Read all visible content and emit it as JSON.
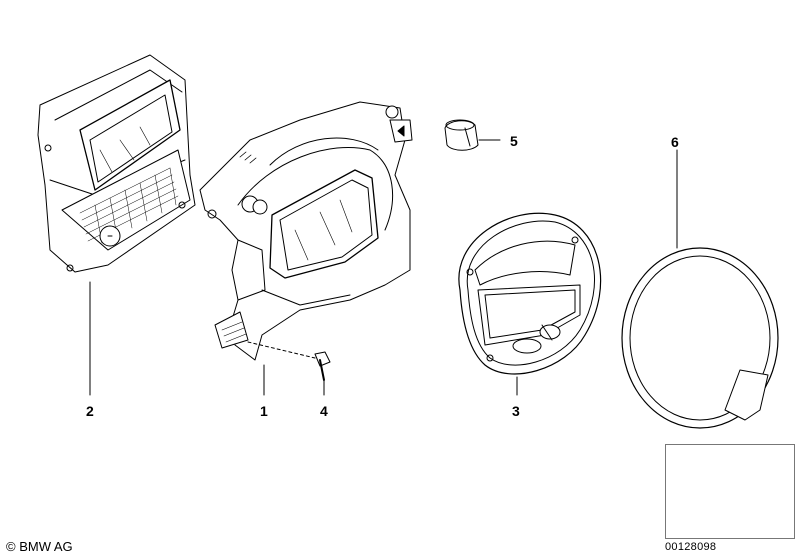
{
  "callouts": {
    "p1": "1",
    "p2": "2",
    "p3": "3",
    "p4": "4",
    "p5": "5",
    "p6": "6"
  },
  "footer": {
    "copyright": "© BMW AG",
    "diagram_code": "00128098"
  },
  "colors": {
    "line": "#000000",
    "background": "#ffffff",
    "thumbnail_border": "#777777"
  }
}
